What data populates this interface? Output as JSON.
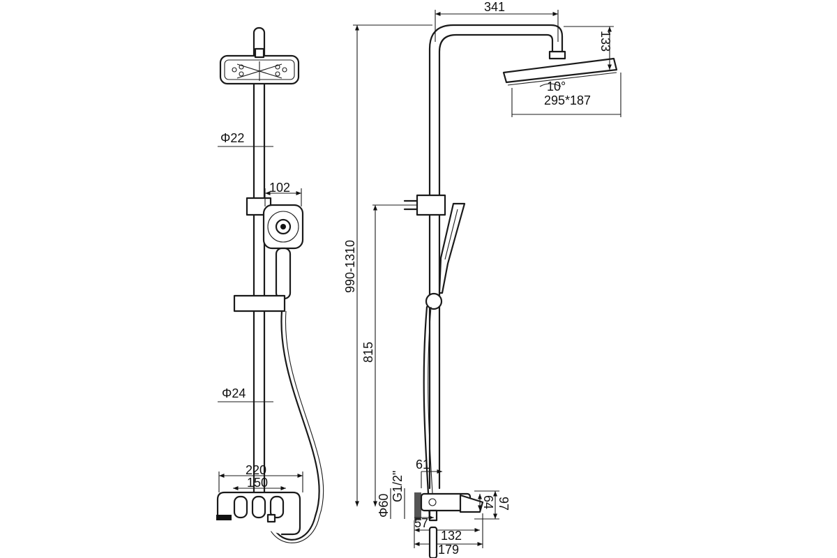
{
  "front_view": {
    "pipe_diameter_upper": "Φ22",
    "handshower_width": "102",
    "pipe_diameter_lower": "Φ24",
    "mixer_width_outer": "220",
    "mixer_width_inner": "150"
  },
  "side_view": {
    "overhead_reach": "341",
    "head_height": "133",
    "tilt_angle": "10°",
    "head_size": "295*187",
    "total_height": "990-1310",
    "holder_height": "815",
    "flange_diameter": "Φ60",
    "inlet_thread": "G1/2\"",
    "inlet_offset": "61",
    "mixer_height_outer": "97",
    "mixer_height_inner": "64",
    "wall_to_axis": "57",
    "spout_reach": "132",
    "total_reach": "179"
  }
}
